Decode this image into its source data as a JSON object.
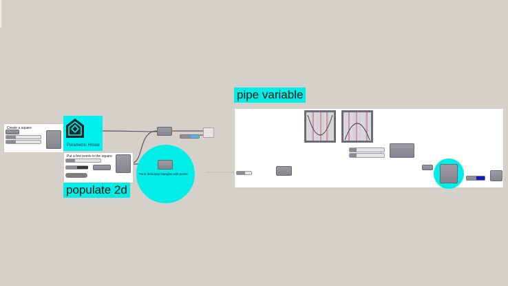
{
  "canvas": {
    "background": "#d5d1ca"
  },
  "groups": {
    "create_square": {
      "title": "Create a square"
    },
    "populate": {
      "title": "Put a few points in the square"
    },
    "delaunay": {
      "title": "Form delaunay triangles with points"
    }
  },
  "labels": {
    "parametric_house": "Parametric House",
    "populate_2d": "populate 2d",
    "pipe_variable": "pipe variable"
  },
  "colors": {
    "accent_cyan": "#00eee8",
    "component_gray": "#8f8d96",
    "slider_blue": "#4ab8e8",
    "slider_dark_blue": "#1515c8",
    "graph_red": "#b8364a"
  },
  "icons": {
    "logo": "parametric-house-logo"
  }
}
